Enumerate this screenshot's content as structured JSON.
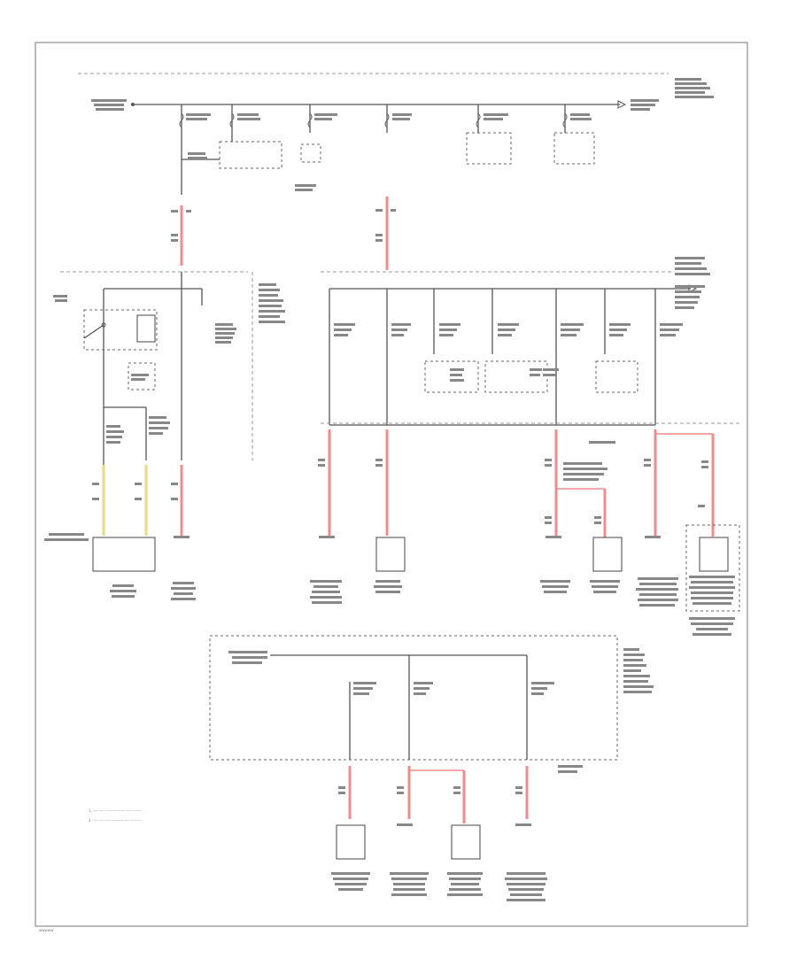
{
  "corner_mark": "wwwww",
  "legend": {
    "line1": "1. ---- ---- ---- ---------- ---- --------",
    "line2": "2. ---- ---- ---- --------- ---- --------"
  },
  "colors": {
    "frame": "#8c8c8c",
    "wire": "#555555",
    "power_wire": "#f08c8c",
    "signal_wire": "#e6dc8a"
  }
}
